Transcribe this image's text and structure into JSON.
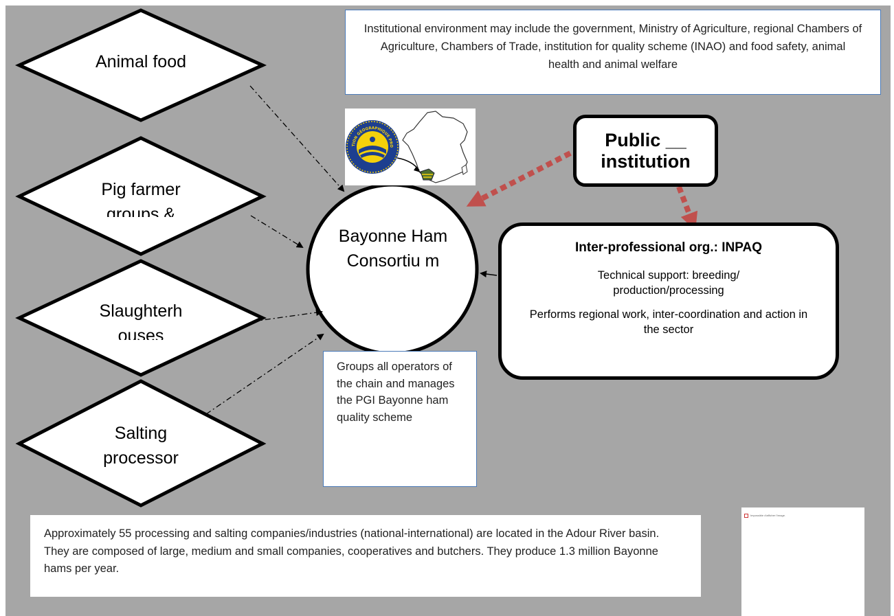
{
  "diamonds": [
    {
      "id": "animal-food",
      "label": "Animal food"
    },
    {
      "id": "pig-farmer-groups",
      "label": "Pig farmer groups &"
    },
    {
      "id": "slaughterhouses",
      "label": "Slaughterh ouses"
    },
    {
      "id": "salting-processor",
      "label": "Salting processor"
    }
  ],
  "center": {
    "label": "Bayonne Ham Consortiu m"
  },
  "institutional_note": "Institutional environment may include the government, Ministry of Agriculture, regional Chambers of Agriculture, Chambers of Trade, institution for quality scheme (INAO) and food safety, animal health and animal welfare",
  "public_institution": {
    "label": "Public __ institution"
  },
  "inpaq": {
    "title": "Inter-professional org.: INPAQ",
    "line1": "Technical support: breeding/ production/processing",
    "line2": "Performs regional work, inter-coordination and action in the sector"
  },
  "consortium_note": "Groups all operators of the chain and manages the PGI Bayonne ham quality scheme",
  "bottom_note": "Approximately 55 processing and salting companies/industries (national-international) are located in the Adour River basin. They are composed of large, medium and small companies, cooperatives and butchers. They produce 1.3 million Bayonne hams per year.",
  "pgi_logo": {
    "arc_text": "INDICATION GÉOGRAPHIQUE PROTÉGÉE"
  },
  "broken_image_text": "Impossible d'afficher l'image.",
  "colors": {
    "background": "#a6a6a6",
    "dashed_arrow": "#c0504d",
    "box_border": "#4a7ab8",
    "pgi_blue": "#1d3f8f",
    "pgi_yellow": "#f5d10b"
  }
}
